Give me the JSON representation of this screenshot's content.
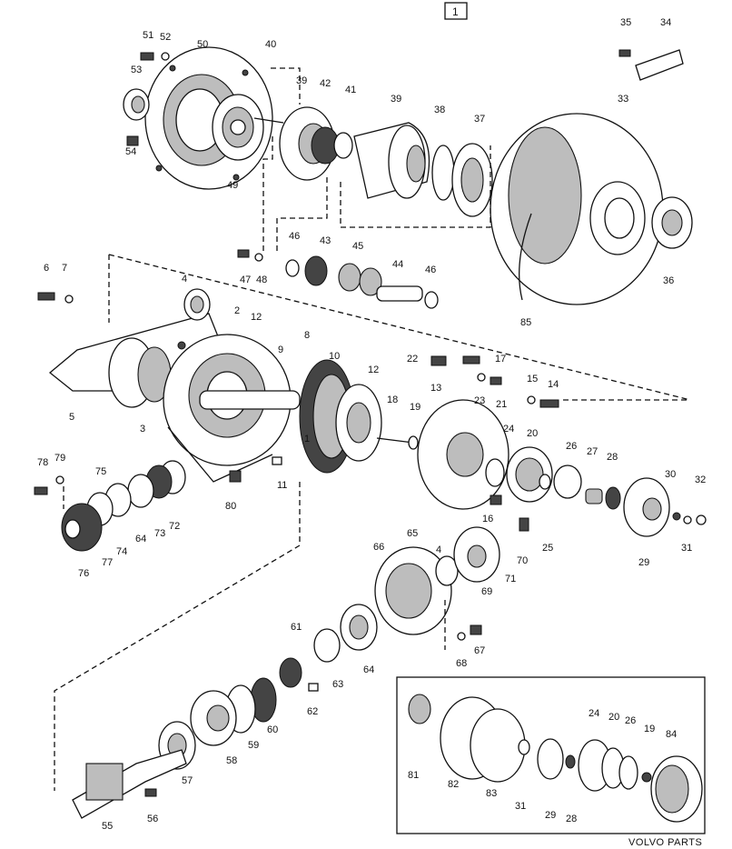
{
  "sheet_number": "1",
  "footer_brand": "VOLVO PARTS",
  "part_numbers": [
    "1",
    "2",
    "3",
    "4",
    "5",
    "6",
    "7",
    "8",
    "9",
    "10",
    "11",
    "12",
    "13",
    "14",
    "15",
    "16",
    "17",
    "18",
    "19",
    "20",
    "21",
    "22",
    "23",
    "24",
    "25",
    "26",
    "27",
    "28",
    "29",
    "30",
    "31",
    "32",
    "33",
    "34",
    "35",
    "36",
    "37",
    "38",
    "39",
    "40",
    "41",
    "42",
    "43",
    "44",
    "45",
    "46",
    "47",
    "48",
    "49",
    "50",
    "51",
    "52",
    "53",
    "54",
    "55",
    "56",
    "57",
    "58",
    "59",
    "60",
    "61",
    "62",
    "63",
    "64",
    "65",
    "66",
    "67",
    "68",
    "69",
    "70",
    "71",
    "72",
    "73",
    "74",
    "75",
    "76",
    "77",
    "78",
    "79",
    "80",
    "81",
    "82",
    "83",
    "84",
    "85"
  ]
}
